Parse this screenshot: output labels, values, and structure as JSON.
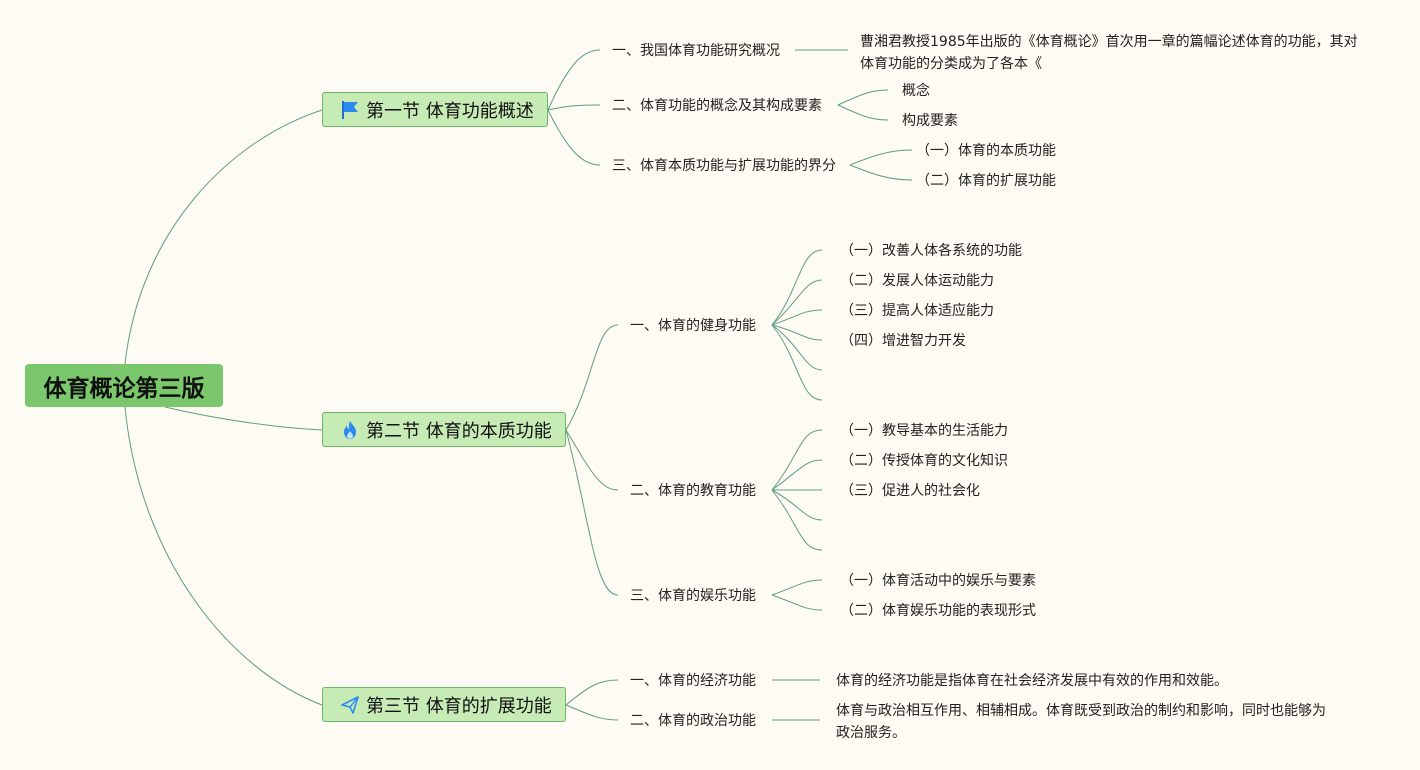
{
  "root": {
    "label": "体育概论第三版"
  },
  "sec1": {
    "label": "第一节 体育功能概述",
    "icon": "flag-icon",
    "t1": {
      "label": "一、我国体育功能研究概况",
      "note_line1": "曹湘君教授1985年出版的《体育概论》首次用一章的篇幅论述体育的功能，其对",
      "note_line2": "体育功能的分类成为了各本《"
    },
    "t2": {
      "label": "二、体育功能的概念及其构成要素",
      "children": [
        "概念",
        "构成要素"
      ]
    },
    "t3": {
      "label": "三、体育本质功能与扩展功能的界分",
      "children": [
        "（一）体育的本质功能",
        "（二）体育的扩展功能"
      ]
    }
  },
  "sec2": {
    "label": "第二节 体育的本质功能",
    "icon": "fire-icon",
    "t1": {
      "label": "一、体育的健身功能",
      "children": [
        "（一）改善人体各系统的功能",
        "（二）发展人体运动能力",
        "（三）提高人体适应能力",
        "（四）增进智力开发"
      ]
    },
    "t2": {
      "label": "二、体育的教育功能",
      "children": [
        "（一）教导基本的生活能力",
        "（二）传授体育的文化知识",
        "（三）促进人的社会化"
      ]
    },
    "t3": {
      "label": "三、体育的娱乐功能",
      "children": [
        "（一）体育活动中的娱乐与要素",
        "（二）体育娱乐功能的表现形式"
      ]
    }
  },
  "sec3": {
    "label": "第三节 体育的扩展功能",
    "icon": "paper-plane-icon",
    "t1": {
      "label": "一、体育的经济功能",
      "note": "体育的经济功能是指体育在社会经济发展中有效的作用和效能。"
    },
    "t2": {
      "label": "二、体育的政治功能",
      "note": "体育与政治相互作用、相辅相成。体育既受到政治的制约和影响，同时也能够为政治服务。"
    }
  },
  "colors": {
    "line": "#5f9e7a",
    "root_bg": "#7bc86c",
    "section_bg": "#c6ebb5",
    "section_border": "#6fb46a",
    "background": "#fdfbf3"
  }
}
